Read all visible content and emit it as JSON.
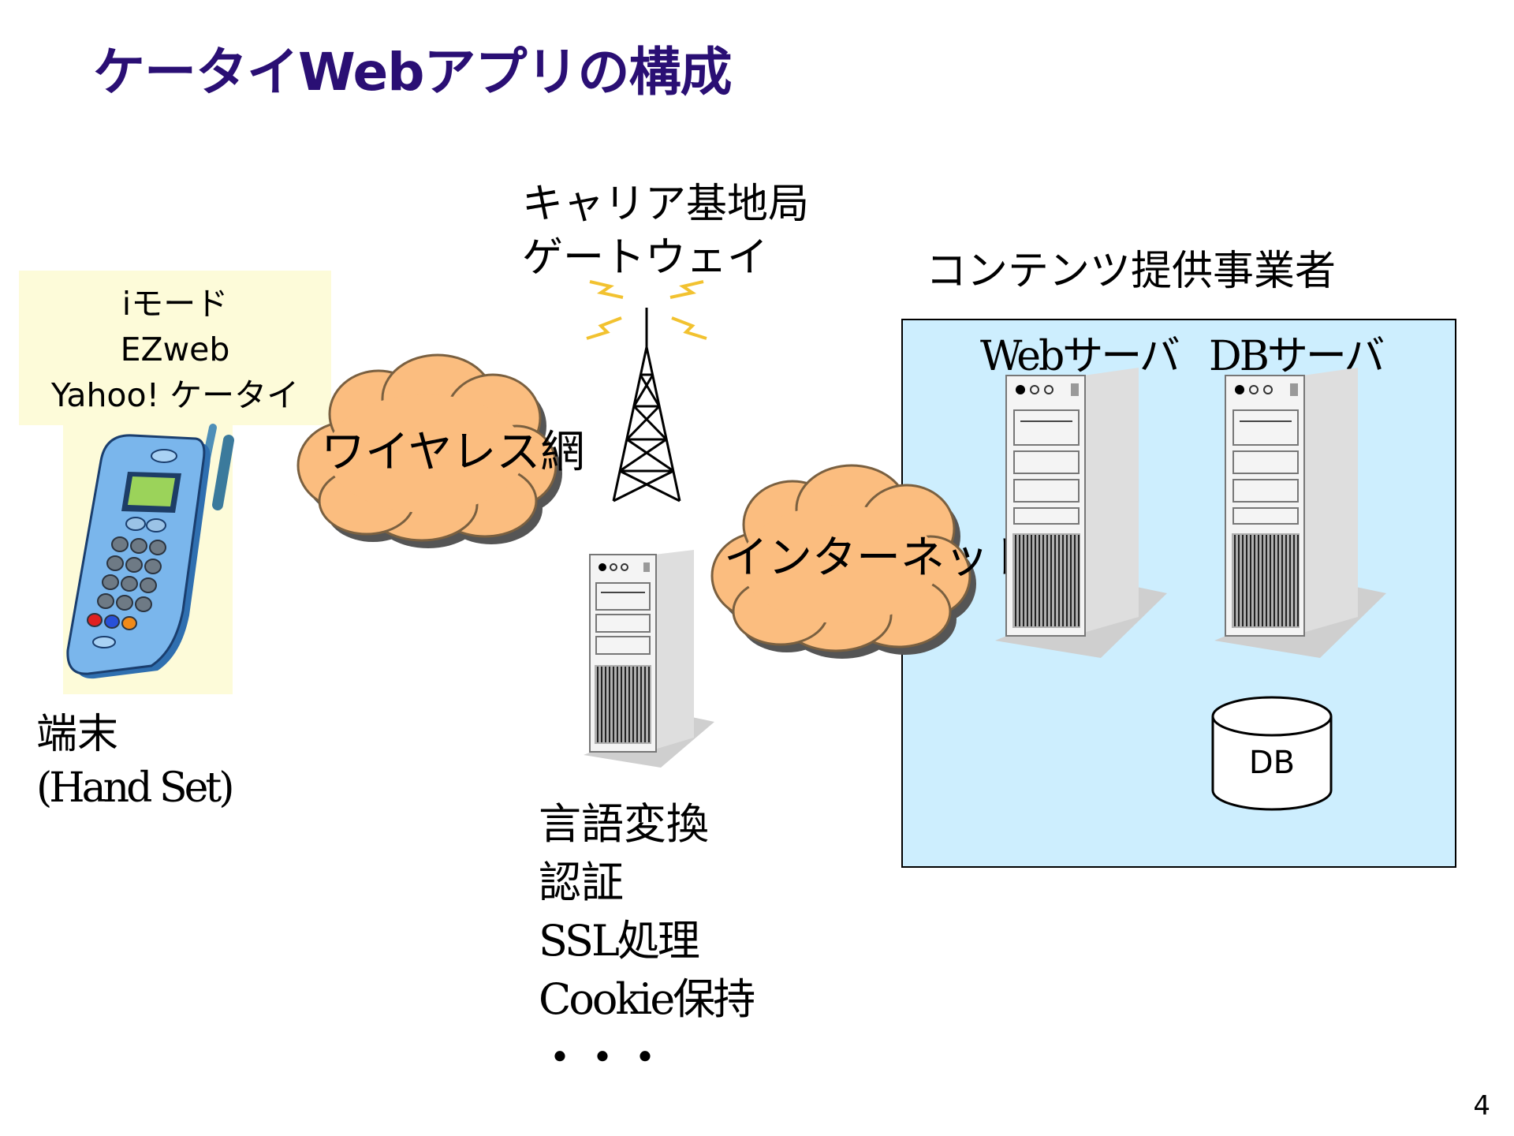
{
  "title": "ケータイWebアプリの構成",
  "handset": {
    "modes": [
      "iモード",
      "EZweb",
      "Yahoo! ケータイ"
    ],
    "label_line1": "端末",
    "label_line2": "(Hand Set)"
  },
  "wireless_cloud": "ワイヤレス網",
  "gateway": {
    "line1": "キャリア基地局",
    "line2": "ゲートウェイ"
  },
  "internet_cloud": "インターネット",
  "gateway_functions": [
    "言語変換",
    "認証",
    "SSL処理",
    "Cookie保持",
    "・・・"
  ],
  "provider": {
    "label": "コンテンツ提供事業者",
    "web_server": "Webサーバ",
    "db_server": "DBサーバ",
    "db": "DB"
  },
  "page_number": "4",
  "colors": {
    "title": "#2a0f74",
    "cloud_fill": "#fbbd7f",
    "provider_box": "#cdeefe",
    "mode_box": "#fdfbd9",
    "phone_body": "#7ab6ec"
  }
}
